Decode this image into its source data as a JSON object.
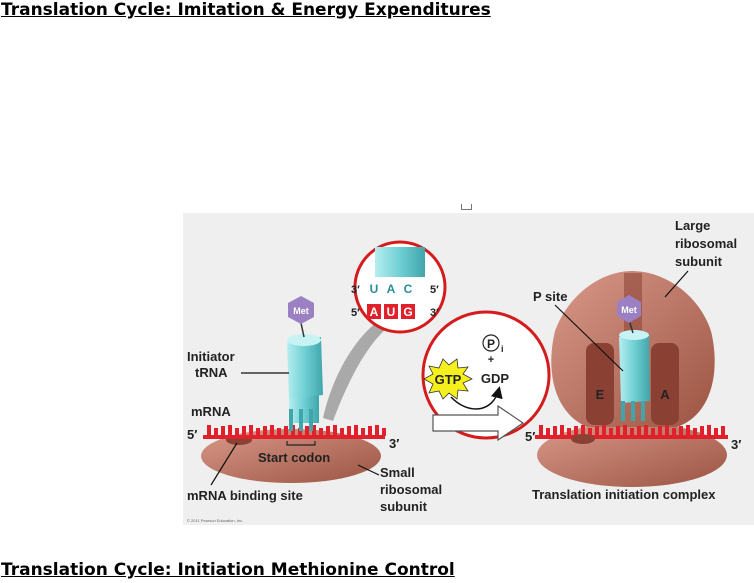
{
  "headings": {
    "top": "Translation Cycle: Imitation & Energy Expenditures",
    "bottom": "Translation Cycle: Initiation Methionine Control"
  },
  "figure": {
    "labels": {
      "initiator_trna": [
        "Initiator",
        "tRNA"
      ],
      "mrna": "mRNA",
      "five_prime": "5′",
      "three_prime": "3′",
      "start_codon": "Start codon",
      "mrna_binding_site": "mRNA binding site",
      "small_subunit": [
        "Small",
        "ribosomal",
        "subunit"
      ],
      "large_subunit": [
        "Large",
        "ribosomal",
        "subunit"
      ],
      "p_site": "P site",
      "e_site": "E",
      "a_site": "A",
      "complex": "Translation initiation complex",
      "met": "Met",
      "gtp": "GTP",
      "gdp": "GDP",
      "pi": "P",
      "pi_sub": "i",
      "plus": "+",
      "copyright": "© 2011 Pearson Education, Inc."
    },
    "codons": {
      "anticodon": [
        "U",
        "A",
        "C"
      ],
      "codon": [
        "A",
        "U",
        "G"
      ],
      "anticodon_left": "3′",
      "anticodon_right": "5′",
      "codon_left": "5′",
      "codon_right": "3′"
    },
    "colors": {
      "ribosome": "#b5705a",
      "mrna": "#e0202a",
      "trna": "#7fd3d6",
      "met": "#9b80c4",
      "gtp": "#f5ef1e",
      "circle": "#d41c1c",
      "arrow": "#a9a9a9"
    }
  }
}
